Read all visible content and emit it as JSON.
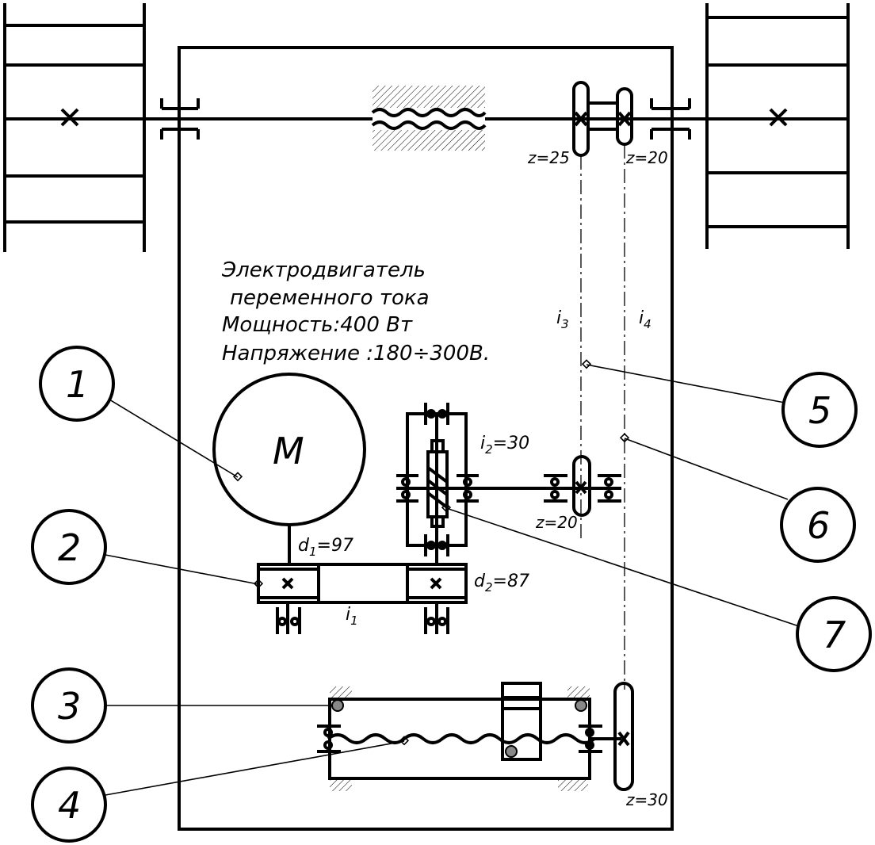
{
  "caption": {
    "line1": "Электродвигатель",
    "line2": "переменного тока",
    "line3": "Мощность:400 Вт",
    "line4": "Напряжение :180÷300В."
  },
  "motor": {
    "label": "M"
  },
  "labels": {
    "z25": "z=25",
    "z20_top": "z=20",
    "z20_mid": "z=20",
    "z30": "z=30",
    "d1": {
      "main": "d",
      "sub": "1",
      "rest": "=97"
    },
    "d2": {
      "main": "d",
      "sub": "2",
      "rest": "=87"
    },
    "i1": {
      "main": "i",
      "sub": "1"
    },
    "i2": {
      "main": "i",
      "sub": "2",
      "rest": "=30"
    },
    "i3": {
      "main": "i",
      "sub": "3"
    },
    "i4": {
      "main": "i",
      "sub": "4"
    }
  },
  "callouts": [
    "1",
    "2",
    "3",
    "4",
    "5",
    "6",
    "7"
  ]
}
